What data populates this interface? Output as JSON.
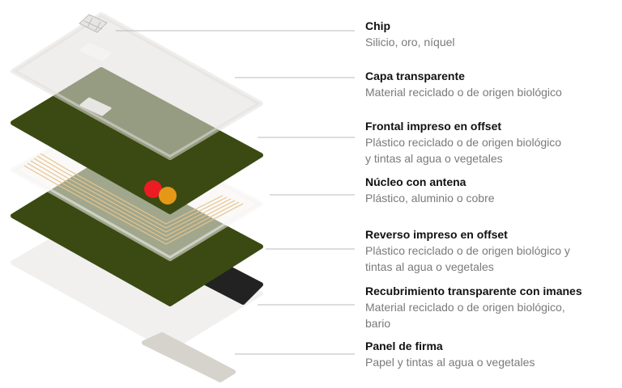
{
  "layers": [
    {
      "title": "Chip",
      "subtitle": "Silicio, oro, níquel"
    },
    {
      "title": "Capa transparente",
      "subtitle": "Material reciclado o de origen biológico"
    },
    {
      "title": "Frontal impreso en offset",
      "subtitle": "Plástico reciclado o de origen biológico\ny tintas al agua o vegetales"
    },
    {
      "title": "Núcleo con antena",
      "subtitle": "Plástico, aluminio o cobre"
    },
    {
      "title": "Reverso impreso en offset",
      "subtitle": "Plástico reciclado o de origen biológico y\ntintas al agua o vegetales"
    },
    {
      "title": "Recubrimiento transparente con imanes",
      "subtitle": "Material reciclado o de origen biológico,\nbario"
    },
    {
      "title": "Panel de firma",
      "subtitle": "Papel y tintas al agua o vegetales"
    }
  ],
  "colors": {
    "green": "#3a4a12",
    "red": "#eb1c24",
    "orange": "#f7a11a",
    "line": "#bbbbbb",
    "antenna": "#e8c48a"
  }
}
